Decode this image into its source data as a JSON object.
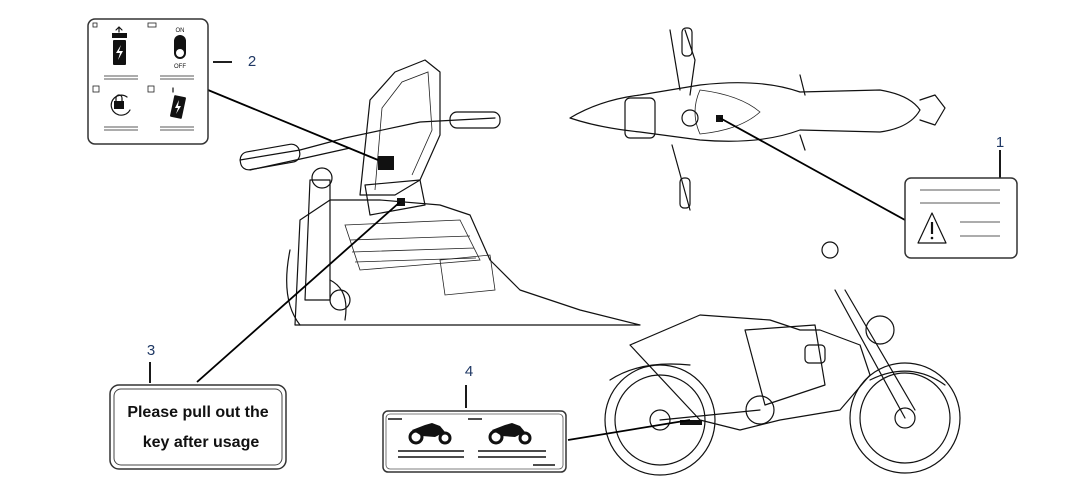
{
  "callouts": [
    {
      "number": "1",
      "label_type": "warning-label"
    },
    {
      "number": "2",
      "label_type": "battery-operation-label"
    },
    {
      "number": "3",
      "label_type": "key-label"
    },
    {
      "number": "4",
      "label_type": "model-label"
    }
  ],
  "label2": {
    "switch_on": "ON",
    "switch_off": "OFF"
  },
  "label3": {
    "line1": "Please pull out the",
    "line2": "key after usage"
  },
  "colors": {
    "callout_number": "#1f3864",
    "line_art": "#111111"
  }
}
